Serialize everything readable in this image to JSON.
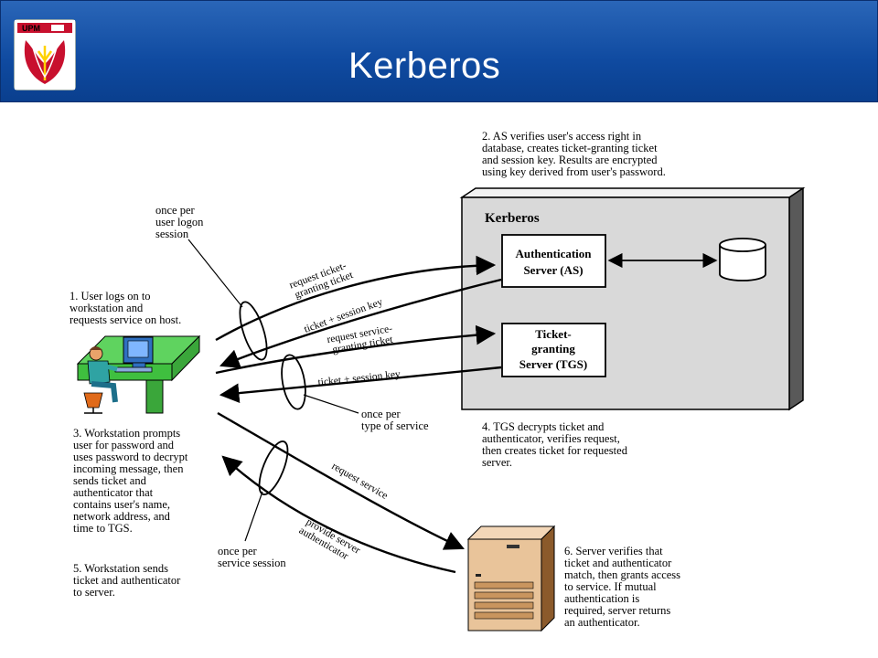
{
  "header": {
    "title": "Kerberos",
    "logo_text": "UPM",
    "colors": {
      "bar": "#0f4aa0",
      "logo_red": "#c8102e"
    }
  },
  "diagram": {
    "kerberos_box_title": "Kerberos",
    "as_label": [
      "Authentication",
      "Server (AS)"
    ],
    "tgs_label": [
      "Ticket-",
      "granting",
      "Server (TGS)"
    ],
    "steps": {
      "step1": [
        "1. User logs on to",
        "workstation and",
        "requests service on host."
      ],
      "step2": [
        "2. AS verifies user's access right in",
        "database, creates ticket-granting ticket",
        "and session key. Results are encrypted",
        "using key derived from user's password."
      ],
      "step3": [
        "3. Workstation prompts",
        "user for password and",
        "uses password to decrypt",
        "incoming message, then",
        "sends ticket and",
        "authenticator that",
        "contains user's name,",
        "network address, and",
        "time to TGS."
      ],
      "step4": [
        "4. TGS decrypts ticket and",
        "authenticator, verifies request,",
        "then creates ticket for requested",
        "server."
      ],
      "step5": [
        "5. Workstation sends",
        "ticket and authenticator",
        "to server."
      ],
      "step6": [
        "6. Server verifies that",
        "ticket and authenticator",
        "match, then grants access",
        "to service. If mutual",
        "authentication is",
        "required, server returns",
        "an authenticator."
      ]
    },
    "sessions": {
      "logon": [
        "once per",
        "user logon",
        "session"
      ],
      "service_type": [
        "once per",
        "type of service"
      ],
      "service_session": [
        "once per",
        "service session"
      ]
    },
    "arrows": {
      "req_tgt": [
        "request ticket-",
        "granting ticket"
      ],
      "ticket_key_1": "ticket + session key",
      "req_sgt": [
        "request service-",
        "granting ticket"
      ],
      "ticket_key_2": "ticket + session key",
      "req_service": "request service",
      "provide_auth": [
        "provide server",
        "authenticator"
      ]
    },
    "icons": [
      "workstation-user-icon",
      "database-icon",
      "server-tower-icon"
    ]
  }
}
